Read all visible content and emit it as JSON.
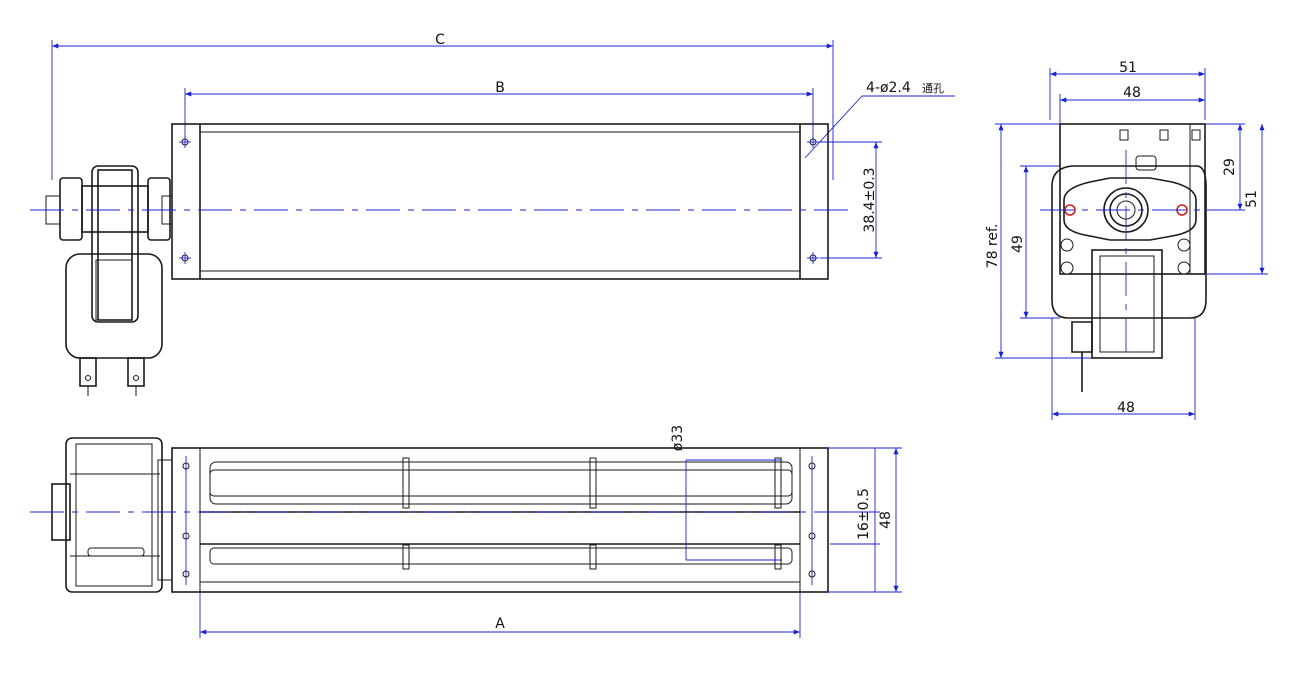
{
  "dimensions": {
    "overall_length": "C",
    "hole_spacing": "B",
    "body_length": "A",
    "holes": "4-ø2.4",
    "holes_note": "通孔",
    "hole_pitch_top": "38.4±0.3",
    "impeller_dia": "ø33",
    "outlet_width": "16±0.5",
    "height_front": "48",
    "side_width_outer": "51",
    "side_width_inner": "48",
    "side_height_ref": "78 ref.",
    "side_height_49": "49",
    "side_height_29": "29",
    "side_height_51": "51",
    "side_width_bottom": "48"
  },
  "colors": {
    "outline": "#1a1a1a",
    "dimension": "#1a24d6",
    "highlight": "#d21e1e"
  }
}
